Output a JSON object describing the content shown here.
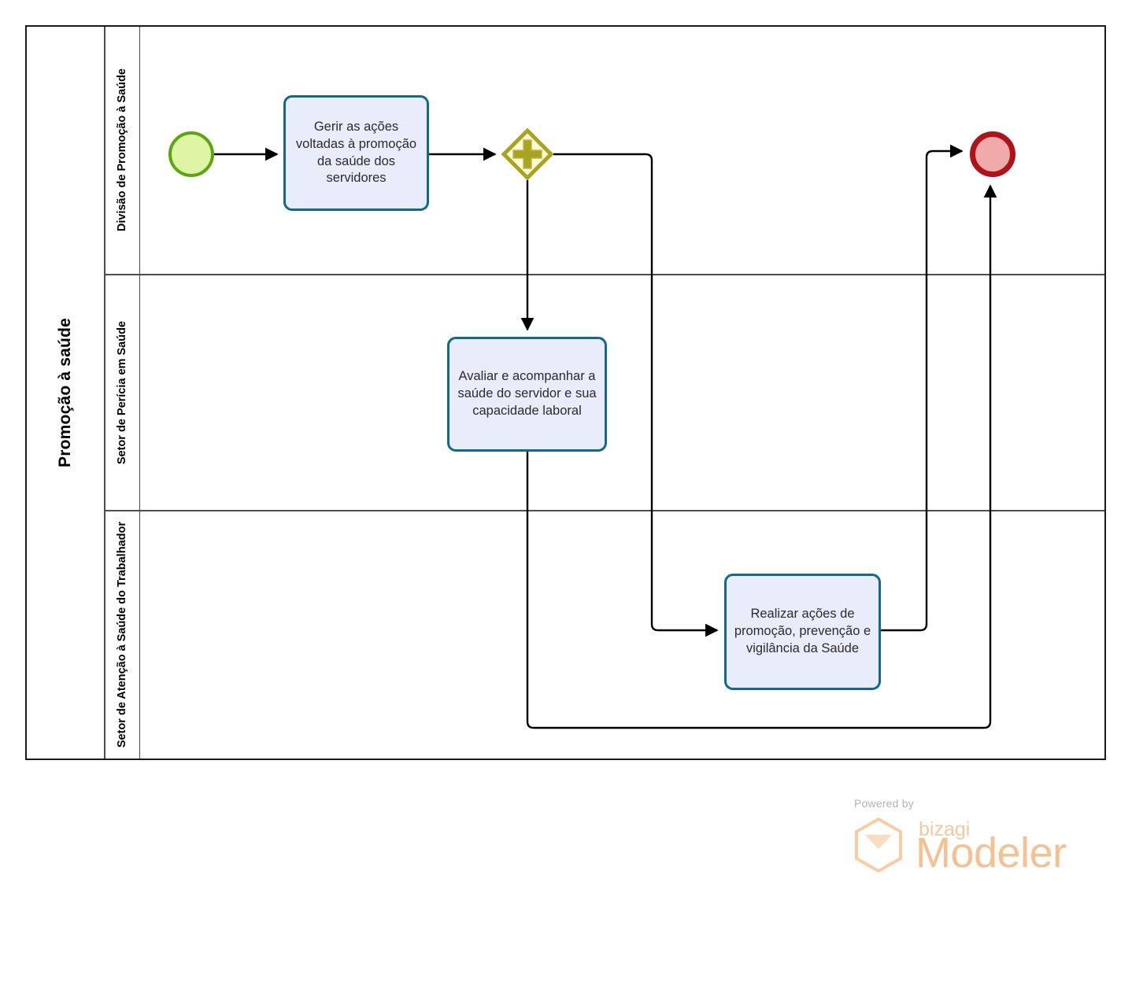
{
  "diagram": {
    "type": "bpmn-process",
    "pool": {
      "name": "Promoção à saúde"
    },
    "lanes": [
      {
        "id": "lane-divisao",
        "name": "Divisão de Promoção à Saúde"
      },
      {
        "id": "lane-pericia",
        "name": "Setor de Perícia em Saúde"
      },
      {
        "id": "lane-atencao",
        "name": "Setor de Atenção à Saúde do Trabalhador"
      }
    ],
    "events": [
      {
        "id": "start-event",
        "kind": "start",
        "label": "",
        "lane": "lane-divisao",
        "fill": "#ddf5a5",
        "stroke": "#5aa610"
      },
      {
        "id": "end-event",
        "kind": "end",
        "label": "",
        "lane": "lane-divisao",
        "fill": "#f0aaaa",
        "stroke": "#b01219"
      }
    ],
    "gateways": [
      {
        "id": "parallel-gateway",
        "kind": "parallel",
        "symbol": "plus",
        "label": "",
        "lane": "lane-divisao",
        "fill": "#fcfbd7",
        "stroke": "#a8a320"
      }
    ],
    "tasks": [
      {
        "id": "task-gerir",
        "name": "Gerir as ações voltadas à promoção da saúde dos servidores",
        "lane": "lane-divisao"
      },
      {
        "id": "task-avaliar",
        "name": "Avaliar e acompanhar a saúde do servidor e sua capacidade laboral",
        "lane": "lane-pericia"
      },
      {
        "id": "task-realizar",
        "name": "Realizar ações de promoção, prevenção e vigilância da Saúde",
        "lane": "lane-atencao"
      }
    ],
    "flows": [
      {
        "id": "flow-start-gerir",
        "from": "start-event",
        "to": "task-gerir"
      },
      {
        "id": "flow-gerir-gateway",
        "from": "task-gerir",
        "to": "parallel-gateway"
      },
      {
        "id": "flow-gateway-avaliar",
        "from": "parallel-gateway",
        "to": "task-avaliar"
      },
      {
        "id": "flow-gateway-realizar",
        "from": "parallel-gateway",
        "to": "task-realizar"
      },
      {
        "id": "flow-realizar-end",
        "from": "task-realizar",
        "to": "end-event"
      },
      {
        "id": "flow-avaliar-end",
        "from": "task-avaliar",
        "to": "end-event"
      }
    ],
    "colors": {
      "task_fill": "#e9edfb",
      "task_stroke": "#10698f",
      "gateway_fill": "#fcfbd7",
      "gateway_stroke": "#a8a320",
      "start_fill": "#ddf5a5",
      "start_stroke": "#5aa610",
      "end_fill": "#f0aaaa",
      "end_stroke": "#b01219",
      "flow_stroke": "#000000",
      "lane_border": "#4d4d4d",
      "pool_border": "#1a1a1a"
    }
  },
  "watermark": {
    "powered_by": "Powered by",
    "brand": "bizagi",
    "product": "Modeler"
  }
}
